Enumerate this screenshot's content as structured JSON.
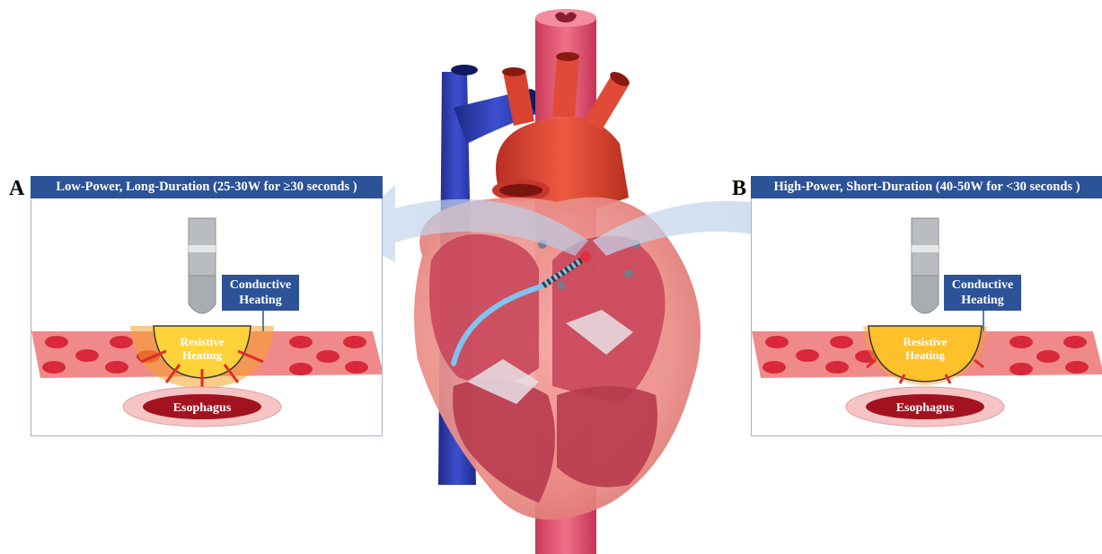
{
  "panels": [
    {
      "letter": "A",
      "title": "Low-Power, Long-Duration (25-30W for ≥30 seconds )",
      "conductive_label": [
        "Conductive",
        "Heating"
      ],
      "resistive_label": [
        "Resistive",
        "Heating"
      ],
      "esophagus_label": "Esophagus"
    },
    {
      "letter": "B",
      "title": "High-Power, Short-Duration (40-50W for <30 seconds )",
      "conductive_label": [
        "Conductive",
        "Heating"
      ],
      "resistive_label": [
        "Resistive",
        "Heating"
      ],
      "esophagus_label": "Esophagus"
    }
  ],
  "colors": {
    "header_blue": "#2c5297",
    "tissue_pink": "#f08a8a",
    "cell_red": "#d8283a",
    "heat_yellow": "#ffd23a",
    "heat_orange": "#f7a226",
    "esophagus_dark": "#a3121f",
    "esophagus_ring": "#f6c4c4",
    "aorta_red": "#e24a3a",
    "vena_cava_blue": "#2f3fb4",
    "esophagus_tube_pink": "#e8506e",
    "catheter_blue": "#7fc4ee",
    "arrow_lightblue": "#b7cce6"
  },
  "icons": [
    "heart-illustration",
    "ablation-catheter-icon",
    "heat-arrow-icon"
  ]
}
